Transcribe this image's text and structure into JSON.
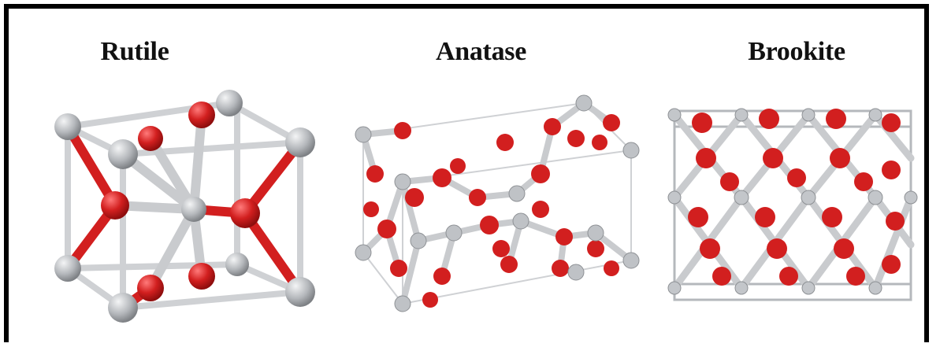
{
  "figure": {
    "panels": [
      {
        "name": "Rutile",
        "label": "Rutile"
      },
      {
        "name": "Anatase",
        "label": "Anatase"
      },
      {
        "name": "Brookite",
        "label": "Brookite"
      }
    ],
    "colors": {
      "titanium": "#b9bcc0",
      "oxygen": "#d21f1f",
      "bond": "#c9cbce",
      "frame": "#000000"
    }
  }
}
